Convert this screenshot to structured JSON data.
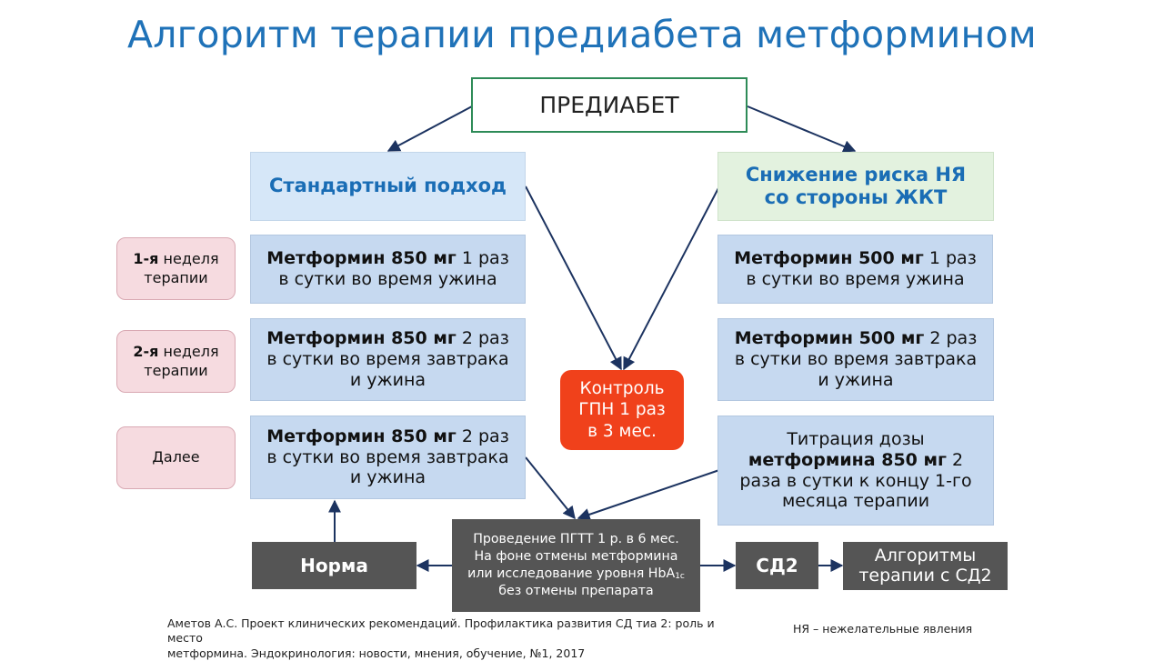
{
  "title": "Алгоритм терапии предиабета метформином",
  "prediabet": "ПРЕДИАБЕТ",
  "left_branch": {
    "heading": "Стандартный подход",
    "steps": [
      {
        "bold": "Метформин 850 мг",
        "rest_1": " 1 раз",
        "rest_2": "в сутки во время ужина",
        "rest_3": ""
      },
      {
        "bold": "Метформин 850 мг",
        "rest_1": " 2 раз",
        "rest_2": "в сутки во время завтрака",
        "rest_3": "и ужина"
      },
      {
        "bold": "Метформин 850 мг",
        "rest_1": " 2 раз",
        "rest_2": "в сутки во время завтрака",
        "rest_3": "и ужина"
      }
    ]
  },
  "right_branch": {
    "heading_1": "Снижение риска НЯ",
    "heading_2": "со стороны ЖКТ",
    "steps": [
      {
        "bold": "Метформин 500 мг",
        "rest_1": " 1 раз",
        "rest_2": "в сутки во время ужина",
        "rest_3": ""
      },
      {
        "bold": "Метформин 500 мг",
        "rest_1": " 2 раз",
        "rest_2": "в сутки во время завтрака",
        "rest_3": "и ужина"
      }
    ],
    "titration": {
      "line_1": "Титрация дозы",
      "bold": "метформина 850 мг",
      "line_2_rest": " 2",
      "line_3": "раза в сутки к концу 1-го",
      "line_4": "месяца терапии"
    }
  },
  "week_labels": [
    {
      "bold": "1-я",
      "rest": " неделя",
      "line_2": "терапии"
    },
    {
      "bold": "2-я",
      "rest": " неделя",
      "line_2": "терапии"
    },
    {
      "bold": "",
      "rest": "Далее",
      "line_2": ""
    }
  ],
  "control": {
    "line_1": "Контроль",
    "line_2": "ГПН 1 раз",
    "line_3": "в 3 мес."
  },
  "norma": "Норма",
  "pgtt": {
    "line_1": "Проведение ПГТТ 1 р. в 6 мес.",
    "line_2": "На фоне отмены метформина",
    "line_3": "или исследование уровня HbA",
    "line_3_sub": "1c",
    "line_4": "без отмены препарата"
  },
  "sd2": "СД2",
  "algorithms": {
    "line_1": "Алгоритмы",
    "line_2": "терапии с СД2"
  },
  "reference": {
    "line_1": "Аметов А.С. Проект клинических рекомендаций. Профилактика развития СД тиа 2: роль и место",
    "line_2": "метформина. Эндокринология: новости, мнения, обучение, №1, 2017"
  },
  "abbreviation": "НЯ – нежелательные явления",
  "colors": {
    "title": "#1f72b8",
    "arrow": "#1c3360",
    "control_bg": "#f0411b",
    "dark_box": "#555555",
    "step_bg": "#c6d9f0",
    "week_bg": "#f6dbe0"
  }
}
